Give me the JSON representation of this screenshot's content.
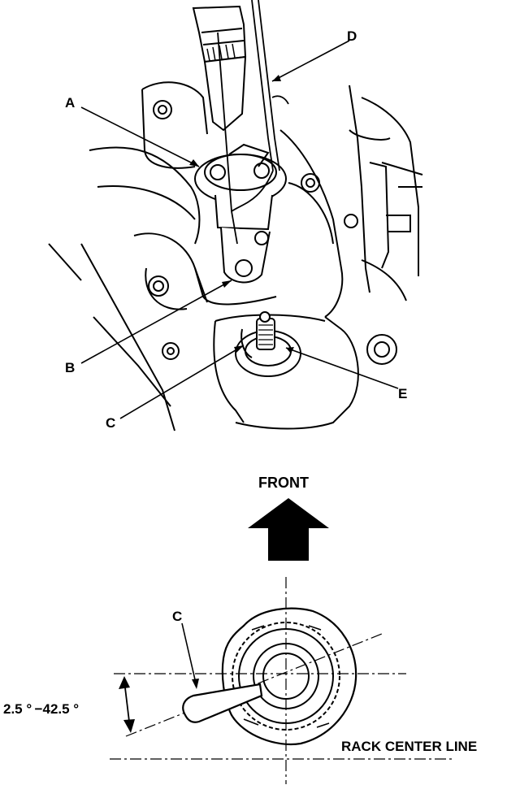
{
  "labels": {
    "a": "A",
    "b": "B",
    "c_top": "C",
    "d": "D",
    "e": "E",
    "c_bottom": "C"
  },
  "front": "FRONT",
  "angle": "2.5 ° −42.5 °",
  "rack_center_line": "RACK CENTER LINE",
  "icons": {
    "front_arrow": "arrow-up-icon"
  },
  "colors": {
    "ink": "#000000",
    "paper": "#ffffff"
  }
}
